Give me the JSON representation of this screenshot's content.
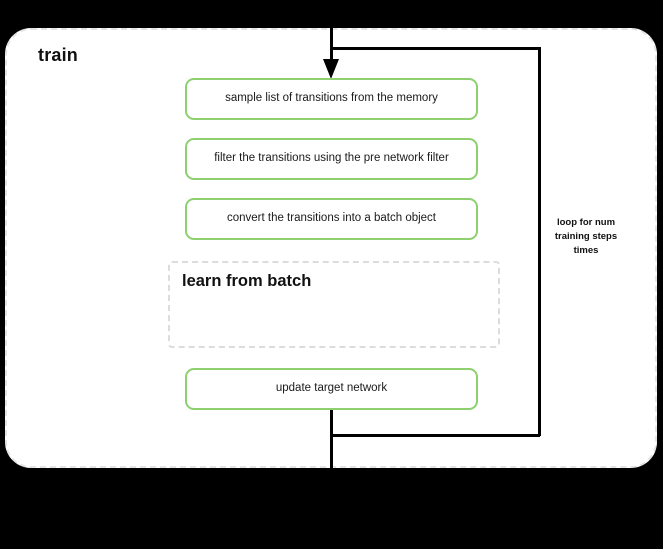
{
  "diagram": {
    "background_color": "#000000",
    "container": {
      "title": "train",
      "border_color": "#e4e4e4",
      "background_color": "#ffffff"
    },
    "accent_color": "#8ed06f",
    "connector_color": "#000000",
    "steps": [
      {
        "id": "sample",
        "label": "sample list of transitions from the memory"
      },
      {
        "id": "filter",
        "label": "filter the transitions using the pre network filter"
      },
      {
        "id": "convert",
        "label": "convert the transitions into a batch object"
      },
      {
        "id": "update",
        "label": "update target network"
      }
    ],
    "subprocess": {
      "title": "learn from batch",
      "border_style": "dashed",
      "border_color": "#dcdcdc"
    },
    "loop": {
      "label": "loop for num training steps times",
      "direction": "back-to-top"
    },
    "icons": {
      "entry_arrow": "arrow-down-icon"
    }
  }
}
